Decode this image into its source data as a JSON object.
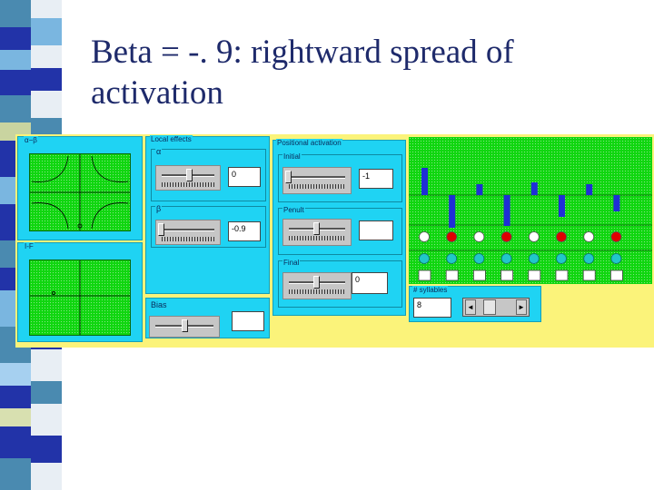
{
  "slide": {
    "title_line1": "Beta = -. 9: rightward spread of",
    "title_line2": "activation"
  },
  "app": {
    "panels": {
      "alpha_beta_label": "α−β",
      "i_f_label": "I-F"
    },
    "local_effects": {
      "label": "Local effects",
      "alpha": {
        "label": "α",
        "value": "0"
      },
      "beta": {
        "label": "β",
        "value": "-0.9"
      }
    },
    "bias": {
      "label": "Bias",
      "value": ""
    },
    "positional_activation": {
      "label": "Positional activation",
      "initial": {
        "label": "Initial",
        "value": "-1"
      },
      "penult": {
        "label": "Penult",
        "value": ""
      },
      "final": {
        "label": "Final",
        "value": "0"
      }
    },
    "syllables": {
      "label": "# syllables",
      "value": "8",
      "left_arrow": "◄",
      "right_arrow": "►"
    },
    "activation": {
      "values": [
        -0.75,
        0.9,
        -0.3,
        0.85,
        -0.35,
        0.6,
        -0.3,
        0.45
      ],
      "circles": [
        "white",
        "red",
        "white",
        "red",
        "white",
        "red",
        "white",
        "red"
      ]
    },
    "colors": {
      "panel": "#1fd3f3",
      "background": "#fbf37a",
      "plot_green": "#0fd60f",
      "bar_blue": "#1f2fd6",
      "circle_red": "#e00000"
    }
  }
}
